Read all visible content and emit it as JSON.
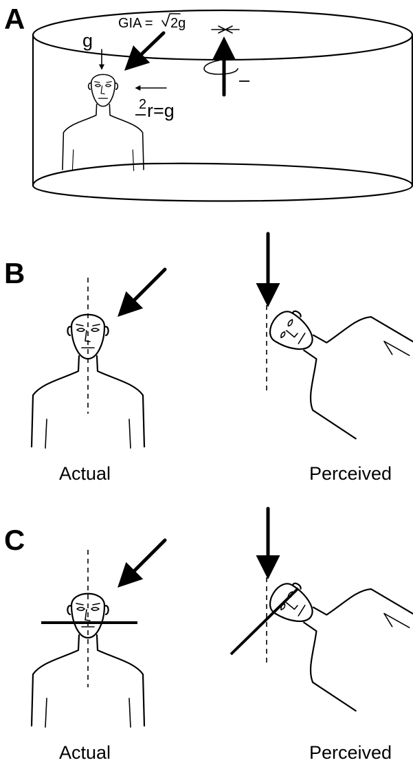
{
  "panels": {
    "a": {
      "letter": "A",
      "gia_label": "GIA = ",
      "gia_value": "2g",
      "g_label": "g",
      "centripetal_label": "r=g",
      "centripetal_power": "2",
      "rotation_symbol": "–",
      "omega_symbol": "–"
    },
    "b": {
      "letter": "B",
      "actual_label": "Actual",
      "perceived_label": "Perceived"
    },
    "c": {
      "letter": "C",
      "actual_label": "Actual",
      "perceived_label": "Perceived"
    }
  }
}
